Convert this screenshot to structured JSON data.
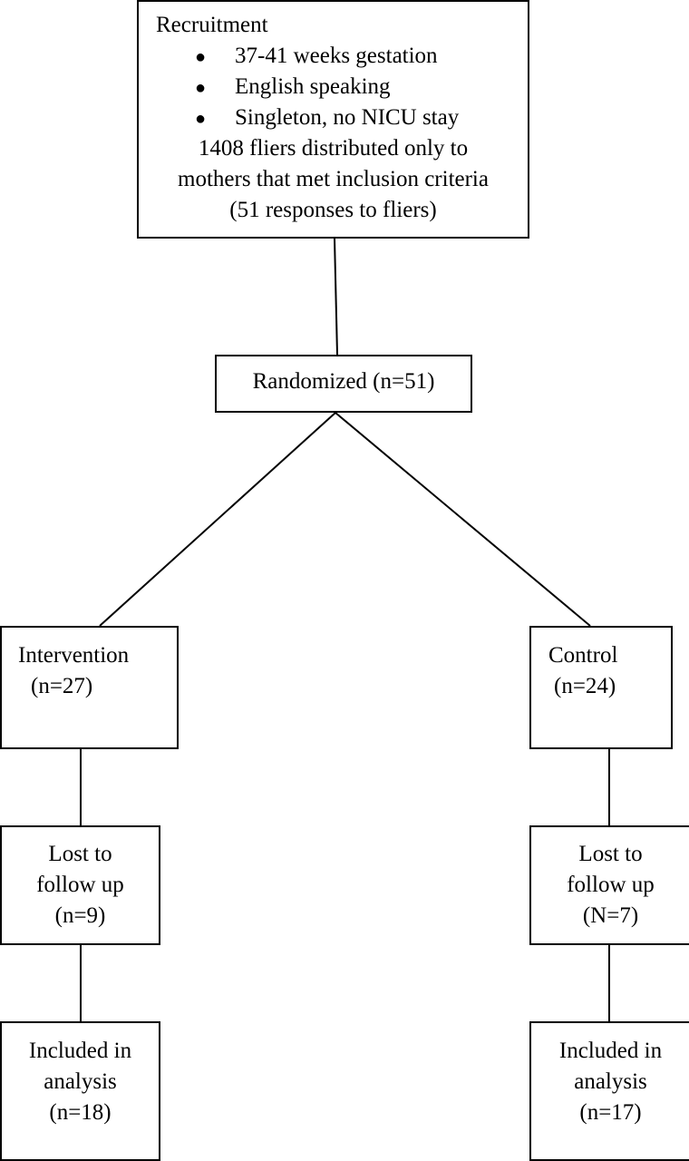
{
  "recruitment": {
    "title": "Recruitment",
    "criteria": [
      "37-41 weeks gestation",
      "English speaking",
      "Singleton, no NICU stay"
    ],
    "bullet": "●",
    "details": [
      "1408 fliers distributed only to",
      "mothers that met inclusion criteria",
      "(51 responses to fliers)"
    ]
  },
  "randomized": {
    "label": "Randomized (n=51)"
  },
  "intervention": {
    "label": "Intervention",
    "count": "(n=27)"
  },
  "control": {
    "label": "Control",
    "count": "(n=24)"
  },
  "lost_intervention": {
    "lines": [
      "Lost to",
      "follow up",
      "(n=9)"
    ]
  },
  "lost_control": {
    "lines": [
      "Lost to",
      "follow up",
      "(N=7)"
    ]
  },
  "included_intervention": {
    "lines": [
      "Included in",
      "analysis",
      "(n=18)"
    ]
  },
  "included_control": {
    "lines": [
      "Included in",
      "analysis",
      "(n=17)"
    ]
  }
}
